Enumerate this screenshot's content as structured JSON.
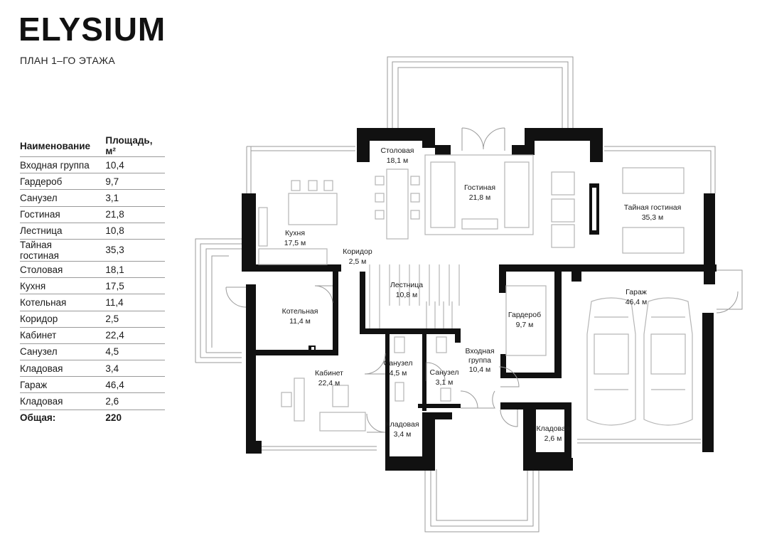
{
  "brand": "ELYSIUM",
  "subtitle": "ПЛАН 1–ГО ЭТАЖА",
  "legend": {
    "header_name": "Наименование",
    "header_area": "Площадь, м²",
    "rows": [
      {
        "name": "Входная группа",
        "area": "10,4"
      },
      {
        "name": "Гардероб",
        "area": "9,7"
      },
      {
        "name": "Санузел",
        "area": "3,1"
      },
      {
        "name": "Гостиная",
        "area": "21,8"
      },
      {
        "name": "Лестница",
        "area": "10,8"
      },
      {
        "name": "Тайная гостиная",
        "area": "35,3"
      },
      {
        "name": "Столовая",
        "area": "18,1"
      },
      {
        "name": "Кухня",
        "area": "17,5"
      },
      {
        "name": "Котельная",
        "area": "11,4"
      },
      {
        "name": "Коридор",
        "area": "2,5"
      },
      {
        "name": "Кабинет",
        "area": "22,4"
      },
      {
        "name": "Санузел",
        "area": "4,5"
      },
      {
        "name": "Кладовая",
        "area": "3,4"
      },
      {
        "name": "Гараж",
        "area": "46,4"
      },
      {
        "name": "Кладовая",
        "area": "2,6"
      }
    ],
    "total_label": "Общая:",
    "total_value": "220"
  },
  "rooms": {
    "stolovaya": {
      "name": "Столовая",
      "area": "18,1 м"
    },
    "gostinaya": {
      "name": "Гостиная",
      "area": "21,8 м"
    },
    "taynaya": {
      "name": "Тайная гостиная",
      "area": "35,3 м"
    },
    "kuhnya": {
      "name": "Кухня",
      "area": "17,5 м"
    },
    "koridor": {
      "name": "Коридор",
      "area": "2,5 м"
    },
    "lestnitsa": {
      "name": "Лестница",
      "area": "10,8 м"
    },
    "kotelnaya": {
      "name": "Котельная",
      "area": "11,4 м"
    },
    "garazh": {
      "name": "Гараж",
      "area": "46,4 м"
    },
    "garderob": {
      "name": "Гардероб",
      "area": "9,7 м"
    },
    "vhodnaya": {
      "name1": "Входная",
      "name2": "группа",
      "area": "10,4 м"
    },
    "sanuzel1": {
      "name": "Санузел",
      "area": "4,5 м"
    },
    "sanuzel2": {
      "name": "Санузел",
      "area": "3,1 м"
    },
    "kabinet": {
      "name": "Кабинет",
      "area": "22,4 м"
    },
    "kladovaya1": {
      "name": "Кладовая",
      "area": "3,4 м"
    },
    "kladovaya2": {
      "name": "Кладовая",
      "area": "2,6 м"
    }
  },
  "colors": {
    "wall": "#111111",
    "thin": "#9a9a9a",
    "furniture": "#b5b5b5"
  }
}
